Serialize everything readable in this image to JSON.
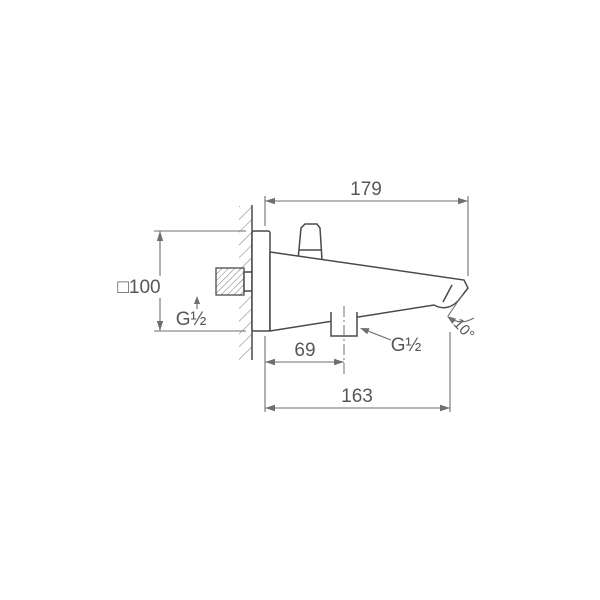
{
  "colors": {
    "line": "#4a4a4a",
    "dim": "#6f6f6f",
    "text": "#575757",
    "hatch": "#828282",
    "background": "#ffffff"
  },
  "labels": {
    "overall_length": "179",
    "wall_plate_size": "□100",
    "wall_thread": "G½",
    "handshower_offset": "69",
    "handshower_thread": "G½",
    "spout_angle": "10°",
    "spout_projection": "163"
  }
}
